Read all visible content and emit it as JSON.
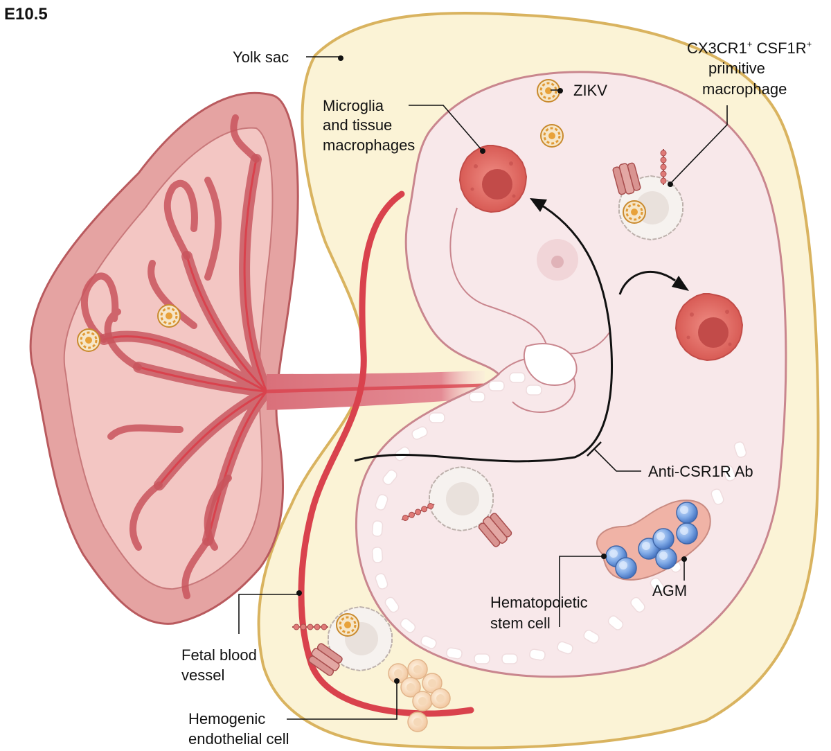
{
  "stage_label": "E10.5",
  "labels": {
    "yolk_sac": "Yolk sac",
    "zikv": "ZIKV",
    "microglia": [
      "Microglia",
      "and tissue",
      "macrophages"
    ],
    "primitive_macrophage": {
      "line1": "CX3CR1",
      "sup1": "+",
      "line1b": " CSF1R",
      "sup2": "+",
      "line2": "primitive",
      "line3": "macrophage"
    },
    "anti_csf1r": "Anti-CSR1R Ab",
    "hsc": [
      "Hematopoietic",
      "stem cell"
    ],
    "agm": "AGM",
    "fetal_vessel": [
      "Fetal blood",
      "vessel"
    ],
    "hemogenic": [
      "Hemogenic",
      "endothelial cell"
    ]
  },
  "colors": {
    "yolk_sac_fill": "#fbf3d6",
    "yolk_sac_stroke": "#d9b35f",
    "embryo_fill": "#f8e8ea",
    "embryo_stroke": "#c9868e",
    "placenta_outer": "#e8a7a7",
    "placenta_inner": "#f4cdc9",
    "villi": "#d97a7f",
    "vessel": "#d9424d",
    "macrophage_red": "#e06a63",
    "primitive_cell": "#f3efec",
    "virus": "#e8a23a",
    "hsc_blue": "#6f9fe0",
    "agm_fill": "#f0b3a6"
  },
  "icons": [
    "virus-icon",
    "macrophage-icon",
    "receptor-icon",
    "hsc-icon"
  ]
}
